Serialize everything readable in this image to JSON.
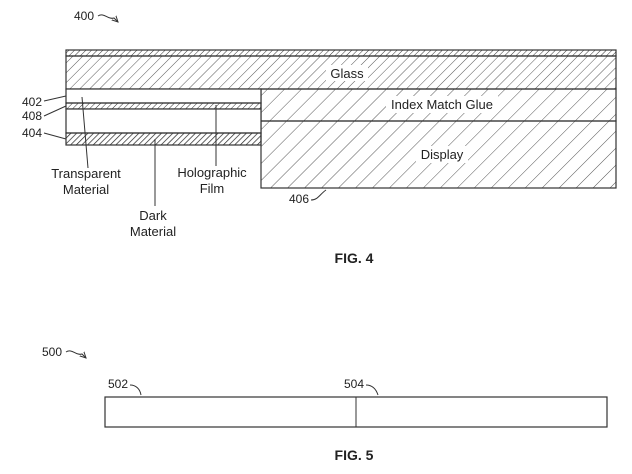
{
  "fig4": {
    "ref_main": "400",
    "caption": "FIG. 4",
    "layers": {
      "glass": "Glass",
      "glue": "Index Match Glue",
      "display": "Display"
    },
    "refs": {
      "r402": "402",
      "r408": "408",
      "r404": "404",
      "r406": "406"
    },
    "callouts": {
      "transparent_1": "Transparent",
      "transparent_2": "Material",
      "holographic_1": "Holographic",
      "holographic_2": "Film",
      "dark_1": "Dark",
      "dark_2": "Material"
    }
  },
  "fig5": {
    "ref_main": "500",
    "caption": "FIG. 5",
    "refs": {
      "r502": "502",
      "r504": "504"
    }
  }
}
